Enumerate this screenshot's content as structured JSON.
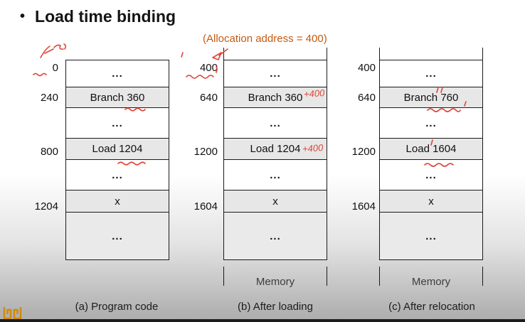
{
  "title": {
    "bullet": "•",
    "text": "Load time binding"
  },
  "subtitle": "(Allocation address = 400)",
  "colors": {
    "accent_orange": "#C55A11",
    "annotation_red": "#E04438",
    "logo_gold": "#CF8A07",
    "cell_shaded": "#e7e7e7"
  },
  "diagrams": [
    {
      "caption": "(a) Program code",
      "addresses": [
        "0",
        "240",
        "800",
        "1204"
      ],
      "rows": [
        "...",
        "Branch 360",
        "...",
        "Load 1204",
        "...",
        "x",
        "..."
      ]
    },
    {
      "caption": "(b) After loading",
      "addresses": [
        "400",
        "640",
        "1200",
        "1604"
      ],
      "rows": [
        "...",
        "Branch 360",
        "...",
        "Load 1204",
        "...",
        "x",
        "..."
      ],
      "memory_label": "Memory"
    },
    {
      "caption": "(c) After relocation",
      "addresses": [
        "400",
        "640",
        "1200",
        "1604"
      ],
      "rows": [
        "...",
        "Branch 760",
        "...",
        "Load 1604",
        "...",
        "x",
        "..."
      ],
      "memory_label": "Memory"
    }
  ],
  "annotations": {
    "branch_delta": "+400",
    "load_delta": "+400"
  }
}
